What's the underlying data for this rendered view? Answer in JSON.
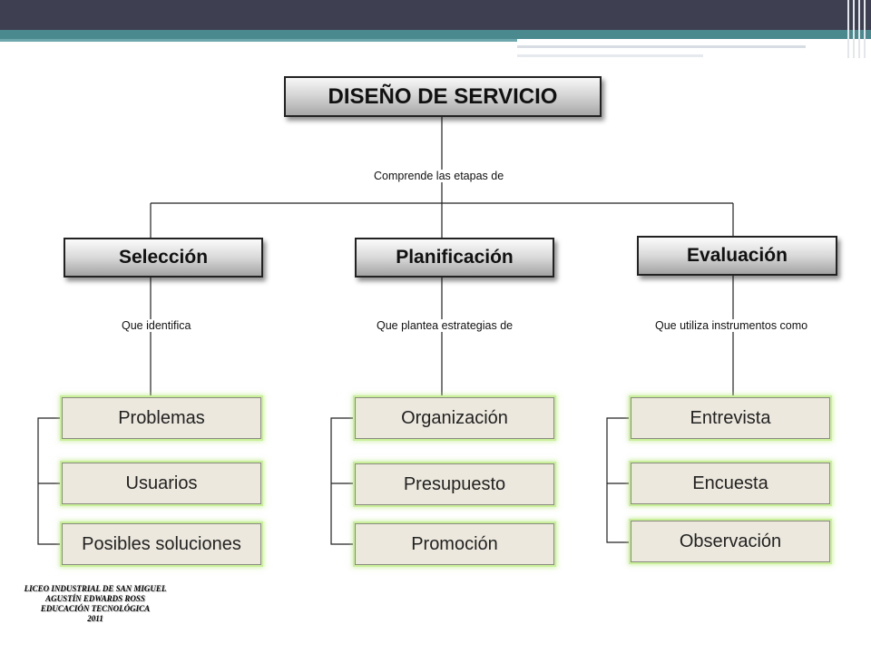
{
  "title": "DISEÑO DE SERVICIO",
  "title_connector": "Comprende las etapas de",
  "stages": [
    {
      "label": "Selección",
      "connector": "Que identifica",
      "items": [
        "Problemas",
        "Usuarios",
        "Posibles soluciones"
      ]
    },
    {
      "label": "Planificación",
      "connector": "Que plantea estrategias de",
      "items": [
        "Organización",
        "Presupuesto",
        "Promoción"
      ]
    },
    {
      "label": "Evaluación",
      "connector": "Que utiliza instrumentos como",
      "items": [
        "Entrevista",
        "Encuesta",
        "Observación"
      ]
    }
  ],
  "footer": {
    "line1": "LICEO INDUSTRIAL DE SAN MIGUEL",
    "line2": "AGUSTÍN EDWARDS ROSS",
    "line3": "EDUCACIÓN TECNOLÓGICA",
    "line4": "2011"
  },
  "colors": {
    "header_bar": "#3f3f52",
    "accent_teal": "#4a8a8f",
    "leaf_fill": "#ece8dd",
    "leaf_glow": "#c9ef9a"
  }
}
